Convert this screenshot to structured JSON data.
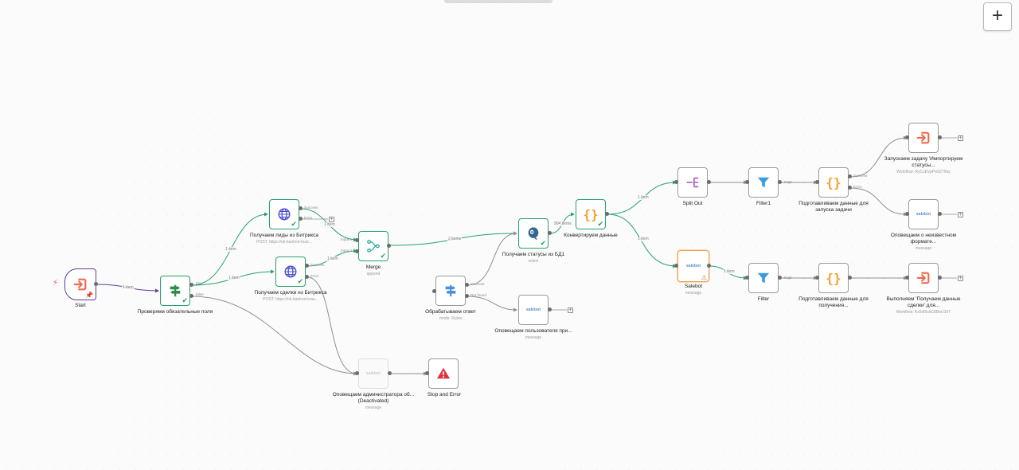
{
  "toolbar": {
    "add_label": "+"
  },
  "colors": {
    "success": "#26a269",
    "edge_default": "#8f8f8f",
    "trigger": "#5b3e9c",
    "warning": "#f0a048",
    "canvas": "#fbfbfb"
  },
  "nodes": {
    "start": {
      "title": "Start",
      "icon": "sign-in-icon"
    },
    "check": {
      "title": "Проверяем обязательные поля",
      "icon": "signpost-icon"
    },
    "leads": {
      "title": "Получаем лиды из Битрикса",
      "sub": "POST: https://ok-bankrot-kras...",
      "icon": "globe-icon"
    },
    "deals": {
      "title": "Получаем сделки из Битрикса",
      "sub": "POST: https://ok-bankrot-kras...",
      "icon": "globe-icon"
    },
    "merge": {
      "title": "Merge",
      "sub": "append",
      "icon": "merge-icon"
    },
    "process": {
      "title": "Обрабатываем ответ",
      "sub": "mode: Rules",
      "icon": "switch-icon"
    },
    "notify_user": {
      "title": "Оповещаем пользователя при...",
      "sub": "message",
      "icon": "salebot-logo",
      "logo": "salebot"
    },
    "get_status": {
      "title": "Получаем статусы из БД1",
      "sub": "select",
      "icon": "postgres-icon"
    },
    "convert": {
      "title": "Конвертируем данные",
      "icon": "braces-icon"
    },
    "split": {
      "title": "Split Out",
      "icon": "split-icon"
    },
    "filter1": {
      "title": "Filter1",
      "icon": "filter-icon"
    },
    "prep_task": {
      "title": "Подготавливаем данные для запуска задачи",
      "icon": "braces-icon"
    },
    "start_task": {
      "title": "Запускаем задачу 'Импортируем статусы...",
      "sub": "Workflow: RyCcEVpPe5Z76by",
      "icon": "execute-icon"
    },
    "notify_unknown": {
      "title": "Оповещаем о неизвестном формате...",
      "sub": "message",
      "icon": "salebot-logo",
      "logo": "salebot"
    },
    "salebot": {
      "title": "Salebot",
      "sub": "message",
      "icon": "salebot-logo",
      "logo": "salebot"
    },
    "filter": {
      "title": "Filter",
      "icon": "filter-icon"
    },
    "prep_get": {
      "title": "Подготавливаем данные для получения...",
      "icon": "braces-icon"
    },
    "exec_get": {
      "title": "Выполняем 'Получаем данные сделки' для...",
      "sub": "Workflow: Kx9xf5sbC8BeU1hT",
      "icon": "execute-icon"
    },
    "notify_admin": {
      "title": "Оповещаем администратора об... (Deactivated)",
      "sub": "message",
      "icon": "salebot-logo",
      "logo": "salebot"
    },
    "stop": {
      "title": "Stop and Error",
      "icon": "warning-icon"
    }
  },
  "ports": {
    "check_true": "true",
    "check_false": "false",
    "leads_success": "Success",
    "leads_error": "Error",
    "deals_success": "Success",
    "deals_error": "Error",
    "merge_in1": "Input 1",
    "merge_in2": "Input 2",
    "process_success": "Success",
    "process_notfound": "Not found",
    "prep_task_success": "Success",
    "prep_task_error": "Error",
    "filter1_kept": "Kept",
    "filter_kept": "Kept"
  },
  "edges": {
    "start_check": "1 item",
    "check_leads": "1 item",
    "check_deals": "1 item",
    "leads_merge": "1 item",
    "deals_merge": "1 item",
    "merge_status": "2 items",
    "status_convert": "904 items",
    "convert_split": "1 item",
    "convert_salebot": "1 item",
    "salebot_filter": "1 item"
  }
}
